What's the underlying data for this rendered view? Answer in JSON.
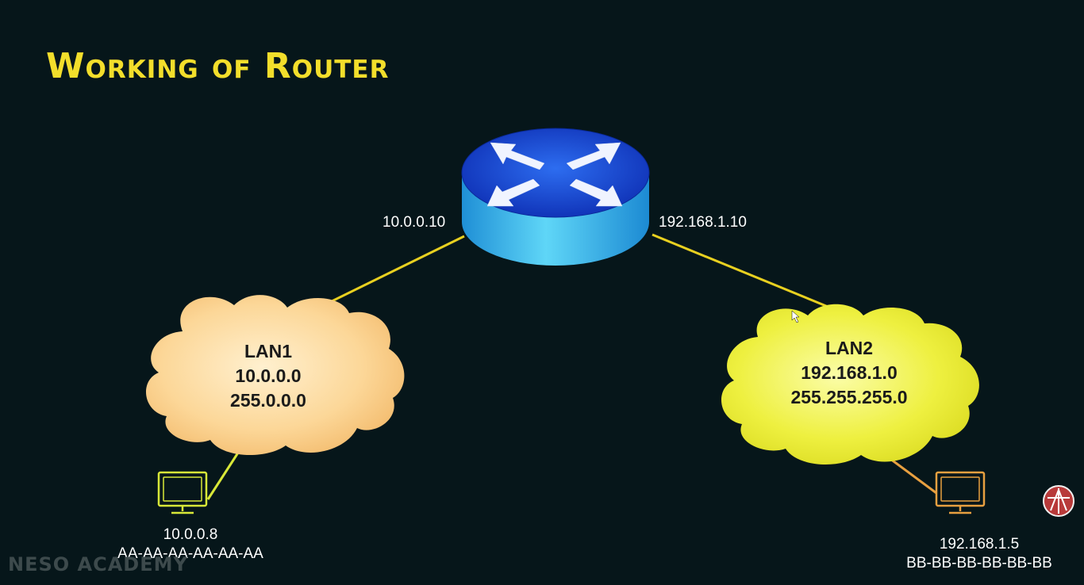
{
  "title": "Working of Router",
  "router": {
    "left_ip": "10.0.0.10",
    "right_ip": "192.168.1.10"
  },
  "lan1": {
    "name": "LAN1",
    "network": "10.0.0.0",
    "mask": "255.0.0.0"
  },
  "lan2": {
    "name": "LAN2",
    "network": "192.168.1.0",
    "mask": "255.255.255.0"
  },
  "host1": {
    "ip": "10.0.0.8",
    "mac": "AA-AA-AA-AA-AA-AA"
  },
  "host2": {
    "ip": "192.168.1.5",
    "mac": "BB-BB-BB-BB-BB-BB"
  },
  "watermark": "NESO ACADEMY",
  "colors": {
    "background": "#06161a",
    "title": "#f3de2b",
    "link": "#e8d020",
    "lan1_cloud": "#fbd08a",
    "lan2_cloud": "#eef03a",
    "router_top": "#1f57e0",
    "router_side": "#34b8ee",
    "host1_link": "#d8e838",
    "host2_link": "#e8a040"
  }
}
